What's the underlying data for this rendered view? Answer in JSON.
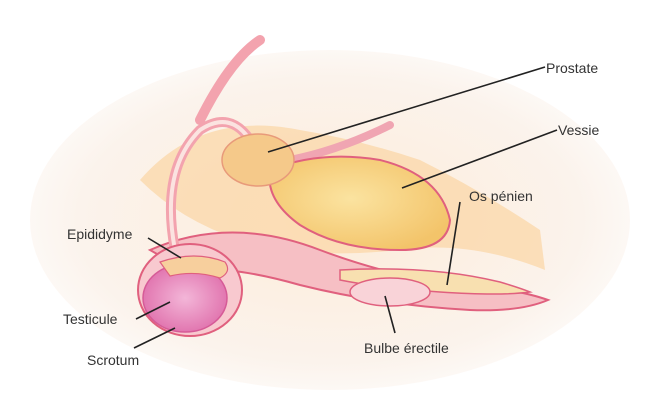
{
  "diagram": {
    "subject": "male reproductive anatomy (canine)",
    "labels": {
      "prostate": "Prostate",
      "vessie": "Vessie",
      "os_penien": "Os pénien",
      "epididyme": "Epididyme",
      "testicule": "Testicule",
      "scrotum": "Scrotum",
      "bulbe": "Bulbe érectile"
    },
    "colors": {
      "outline": "#e0607e",
      "tissue_pink": "#f5b8c0",
      "bladder_yellow": "#f7d27a",
      "testis_magenta": "#e27ab8",
      "leader_line": "#222222",
      "label_text": "#333333"
    }
  }
}
